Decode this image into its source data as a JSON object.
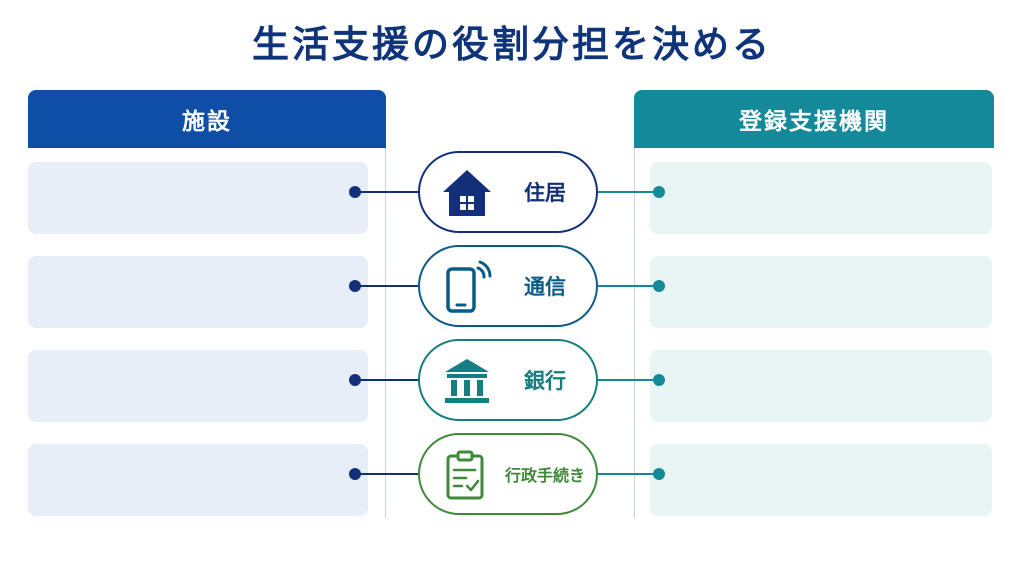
{
  "title": "生活支援の役割分担を決める",
  "columns": {
    "left": "施設",
    "right": "登録支援機関"
  },
  "items": [
    {
      "label": "住居",
      "icon": "house-icon",
      "color": "#12307a"
    },
    {
      "label": "通信",
      "icon": "smartphone-icon",
      "color": "#0c5b86"
    },
    {
      "label": "銀行",
      "icon": "bank-icon",
      "color": "#147e80"
    },
    {
      "label": "行政手続き",
      "icon": "clipboard-check-icon",
      "color": "#3f8a3a"
    }
  ],
  "colors": {
    "title": "#10347a",
    "left_header": "#0e4ea6",
    "right_header": "#14899a",
    "left_box": "#e8eef8",
    "right_box": "#e9f4f4",
    "left_connector": "#12307a",
    "right_connector": "#14899a"
  }
}
